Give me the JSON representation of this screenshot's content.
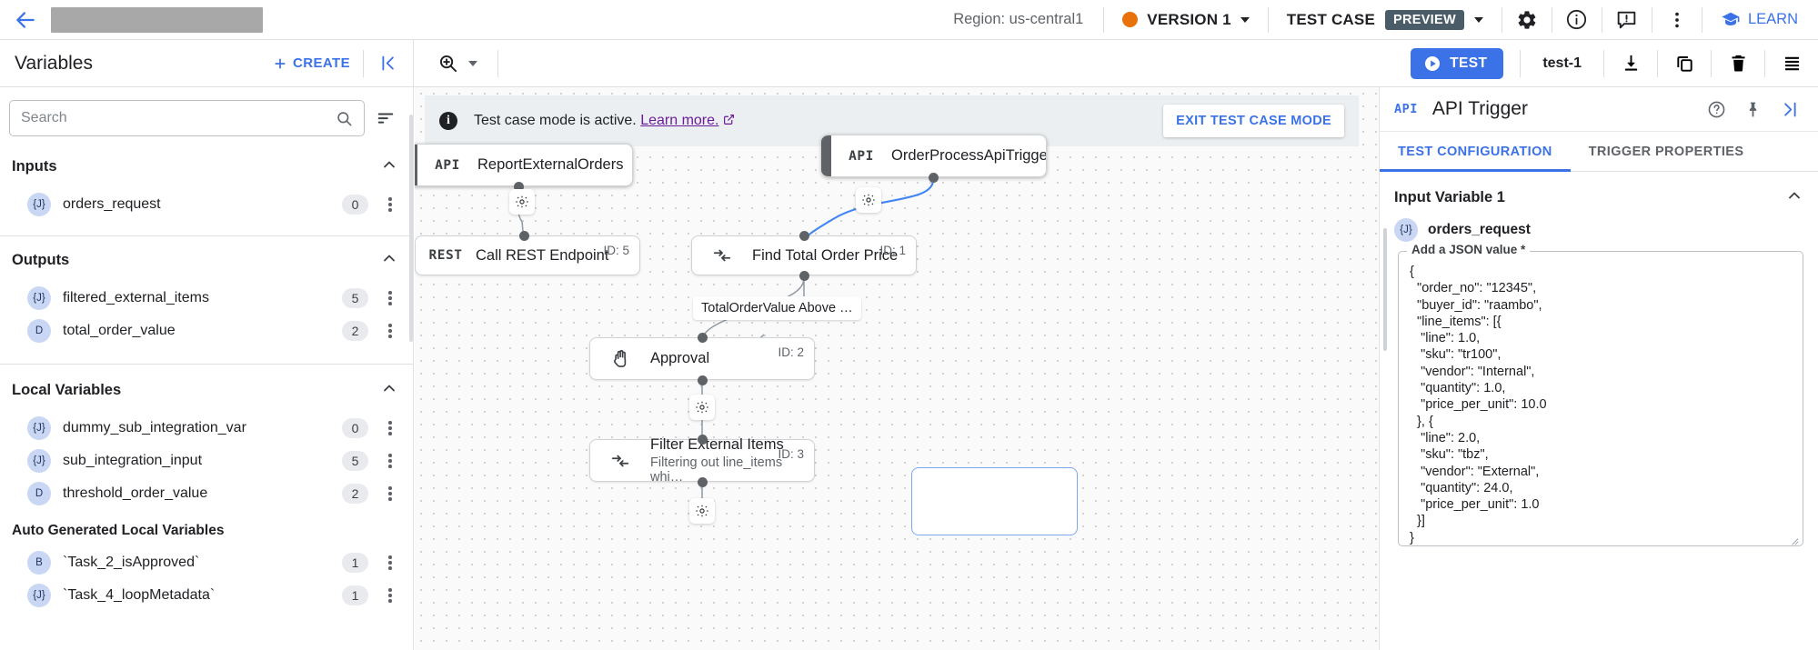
{
  "topbar": {
    "back_icon": "back-arrow-icon",
    "title_redacted": "",
    "region": "Region: us-central1",
    "version_label": "VERSION 1",
    "testcase_label": "TEST CASE",
    "preview_badge": "PREVIEW",
    "gear_icon": "gear-icon",
    "info_icon": "info-icon",
    "feedback_icon": "feedback-icon",
    "more_icon": "more-vert-icon",
    "learn_label": "LEARN"
  },
  "secondbar": {
    "variables_title": "Variables",
    "create_label": "CREATE",
    "collapse_icon": "collapse-panel-icon",
    "zoom_icon": "zoom-in-icon",
    "test_label": "TEST",
    "test_name": "test-1",
    "download_icon": "download-icon",
    "copy_icon": "copy-icon",
    "delete_icon": "trash-icon",
    "logs_icon": "logs-icon"
  },
  "sidebar": {
    "search": {
      "placeholder": "Search",
      "value": ""
    },
    "sections": [
      {
        "title": "Inputs",
        "items": [
          {
            "type": "{J}",
            "name": "orders_request",
            "count": "0"
          }
        ]
      },
      {
        "title": "Outputs",
        "items": [
          {
            "type": "{J}",
            "name": "filtered_external_items",
            "count": "5"
          },
          {
            "type": "D",
            "name": "total_order_value",
            "count": "2"
          }
        ]
      },
      {
        "title": "Local Variables",
        "items": [
          {
            "type": "{J}",
            "name": "dummy_sub_integration_var",
            "count": "0"
          },
          {
            "type": "{J}",
            "name": "sub_integration_input",
            "count": "5"
          },
          {
            "type": "D",
            "name": "threshold_order_value",
            "count": "2"
          }
        ]
      }
    ],
    "auto_generated_title": "Auto Generated Local Variables",
    "auto_generated_items": [
      {
        "type": "B",
        "name": "`Task_2_isApproved`",
        "count": "1"
      },
      {
        "type": "{J}",
        "name": "`Task_4_loopMetadata`",
        "count": "1"
      }
    ]
  },
  "canvas": {
    "banner": {
      "text": "Test case mode is active.",
      "link": "Learn more.",
      "external_icon": "external-link-icon",
      "exit_label": "EXIT TEST CASE MODE"
    },
    "nodes": [
      {
        "kind": "trigger",
        "icon": "API",
        "title": "ReportExternalOrders",
        "sub": "",
        "id": ""
      },
      {
        "kind": "trigger",
        "icon": "API",
        "title": "OrderProcessApiTrigger",
        "sub": "",
        "id": ""
      },
      {
        "kind": "task",
        "icon": "REST",
        "title": "Call REST Endpoint",
        "sub": "",
        "id": "ID: 5"
      },
      {
        "kind": "task",
        "icon": "mapping",
        "title": "Find Total Order Price",
        "sub": "",
        "id": "ID: 1"
      },
      {
        "kind": "task",
        "icon": "hand",
        "title": "Approval",
        "sub": "",
        "id": "ID: 2"
      },
      {
        "kind": "task",
        "icon": "mapping",
        "title": "Filter External Items",
        "sub": "Filtering out line_items whi…",
        "id": "ID: 3"
      }
    ],
    "edge_label": "TotalOrderValue Above …"
  },
  "rpanel": {
    "icon_label": "API",
    "title": "API Trigger",
    "help_icon": "help-icon",
    "pin_icon": "pin-icon",
    "collapse_icon": "collapse-right-icon",
    "tabs": [
      {
        "label": "TEST CONFIGURATION",
        "active": true
      },
      {
        "label": "TRIGGER PROPERTIES",
        "active": false
      }
    ],
    "section_title": "Input Variable 1",
    "var_type": "{J}",
    "var_name": "orders_request",
    "json_legend": "Add a JSON value *",
    "json_value": "{\n  \"order_no\": \"12345\",\n  \"buyer_id\": \"raambo\",\n  \"line_items\": [{\n   \"line\": 1.0,\n   \"sku\": \"tr100\",\n   \"vendor\": \"Internal\",\n   \"quantity\": 1.0,\n   \"price_per_unit\": 10.0\n  }, {\n   \"line\": 2.0,\n   \"sku\": \"tbz\",\n   \"vendor\": \"External\",\n   \"quantity\": 24.0,\n   \"price_per_unit\": 1.0\n  }]\n}"
  },
  "colors": {
    "accent_blue": "#3b72e8",
    "version_orange": "#e8710a",
    "preview_badge": "#4a5c68",
    "link_purple": "#6a1b9a"
  }
}
